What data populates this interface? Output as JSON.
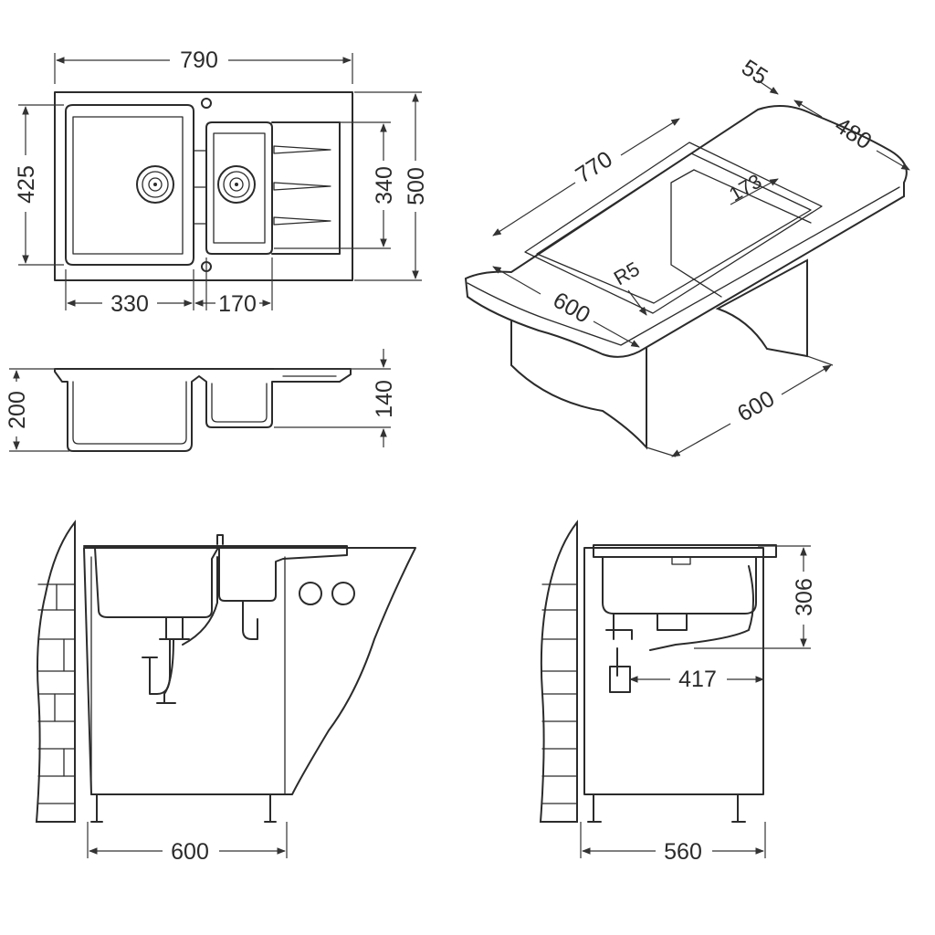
{
  "dimensions": {
    "top_width": "790",
    "left_height": "425",
    "right_height_340": "340",
    "right_height_500": "500",
    "bottom_330": "330",
    "bottom_170": "170",
    "section_200": "200",
    "section_140": "140",
    "iso_55": "55",
    "iso_480": "480",
    "iso_770": "770",
    "iso_173": "173",
    "iso_r5": "R5",
    "iso_600_a": "600",
    "iso_600_b": "600",
    "cabinet_front_600": "600",
    "cabinet_side_560": "560",
    "cabinet_side_306": "306",
    "cabinet_side_417": "417"
  },
  "colors": {
    "line": "#2b2b2b",
    "fill": "#cfcfcf",
    "background": "#ffffff"
  }
}
